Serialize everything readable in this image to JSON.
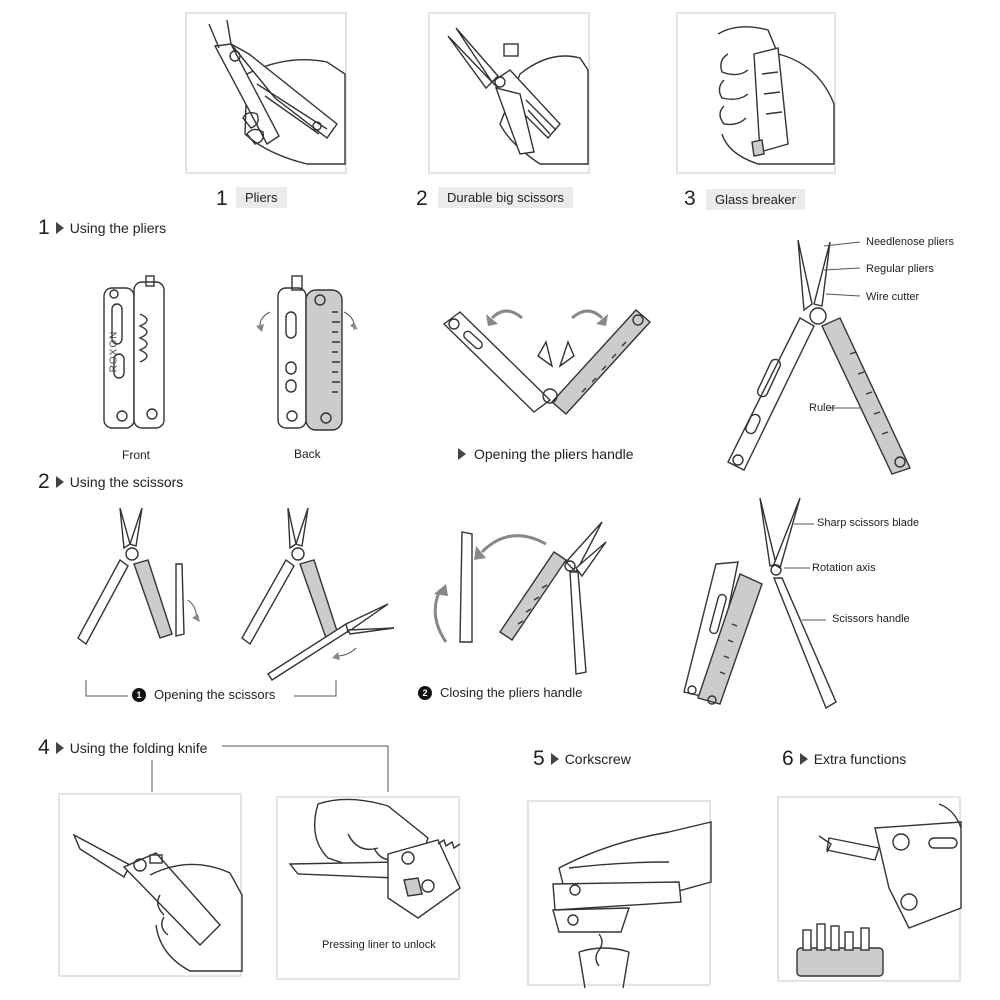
{
  "top_steps": [
    {
      "number": "1",
      "label": "Pliers"
    },
    {
      "number": "2",
      "label": "Durable big scissors"
    },
    {
      "number": "3",
      "label": "Glass breaker"
    }
  ],
  "section1": {
    "number": "1",
    "title": "Using the pliers"
  },
  "section2": {
    "number": "2",
    "title": "Using the scissors"
  },
  "section4": {
    "number": "4",
    "title": "Using the folding knife"
  },
  "section5": {
    "number": "5",
    "title": "Corkscrew"
  },
  "section6": {
    "number": "6",
    "title": "Extra functions"
  },
  "pliers": {
    "front_label": "Front",
    "back_label": "Back",
    "opening_handle": "Opening the pliers handle",
    "brand_mark": "ROXON",
    "callouts": {
      "needlenose": "Needlenose pliers",
      "regular": "Regular pliers",
      "wire_cutter": "Wire cutter",
      "ruler": "Ruler"
    }
  },
  "scissors": {
    "step1_marker": "1",
    "step1_caption": "Opening the scissors",
    "step2_marker": "2",
    "step2_caption": "Closing the pliers handle",
    "callouts": {
      "blade": "Sharp scissors blade",
      "axis": "Rotation axis",
      "handle": "Scissors handle"
    }
  },
  "knife": {
    "caption": "Pressing liner to unlock"
  }
}
